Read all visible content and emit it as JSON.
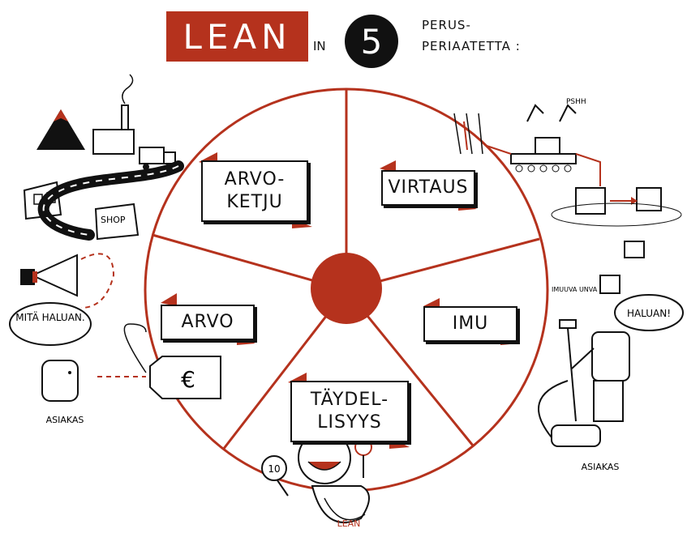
{
  "title": {
    "lean": "LEAN",
    "in": "IN",
    "number": "5",
    "line1": "PERUS-",
    "line2": "PERIAATETTA :"
  },
  "principles": {
    "arvoketju_line1": "ARVO-",
    "arvoketju_line2": "KETJU",
    "virtaus": "VIRTAUS",
    "arvo": "ARVO",
    "imu": "IMU",
    "taydellisyys_line1": "TÄYDEL-",
    "taydellisyys_line2": "LISYYS"
  },
  "left_illustrations": {
    "shop": "SHOP",
    "speech": "MITÄ HALUAN.",
    "price_tag": "€",
    "customer": "ASIAKAS"
  },
  "right_illustrations": {
    "speech": "HALUAN!",
    "vacuum": "IMUUVA UNVA",
    "customer": "ASIAKAS",
    "robot": "PSHH"
  },
  "baby": {
    "sign": "10",
    "diaper": "LEAN"
  },
  "colors": {
    "accent": "#b5321d",
    "ink": "#111111"
  }
}
